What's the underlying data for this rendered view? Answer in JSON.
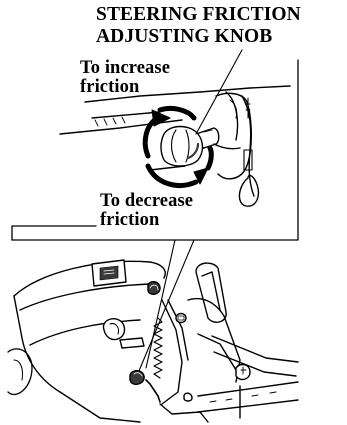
{
  "callouts": {
    "knob_title_line1": "STEERING FRICTION",
    "knob_title_line2": "ADJUSTING KNOB",
    "increase_line1": "To increase",
    "increase_line2": "friction",
    "decrease_line1": "To decrease",
    "decrease_line2": "friction"
  },
  "colors": {
    "ink": "#000000",
    "paper": "#ffffff",
    "shade": "#3a3a3a"
  }
}
